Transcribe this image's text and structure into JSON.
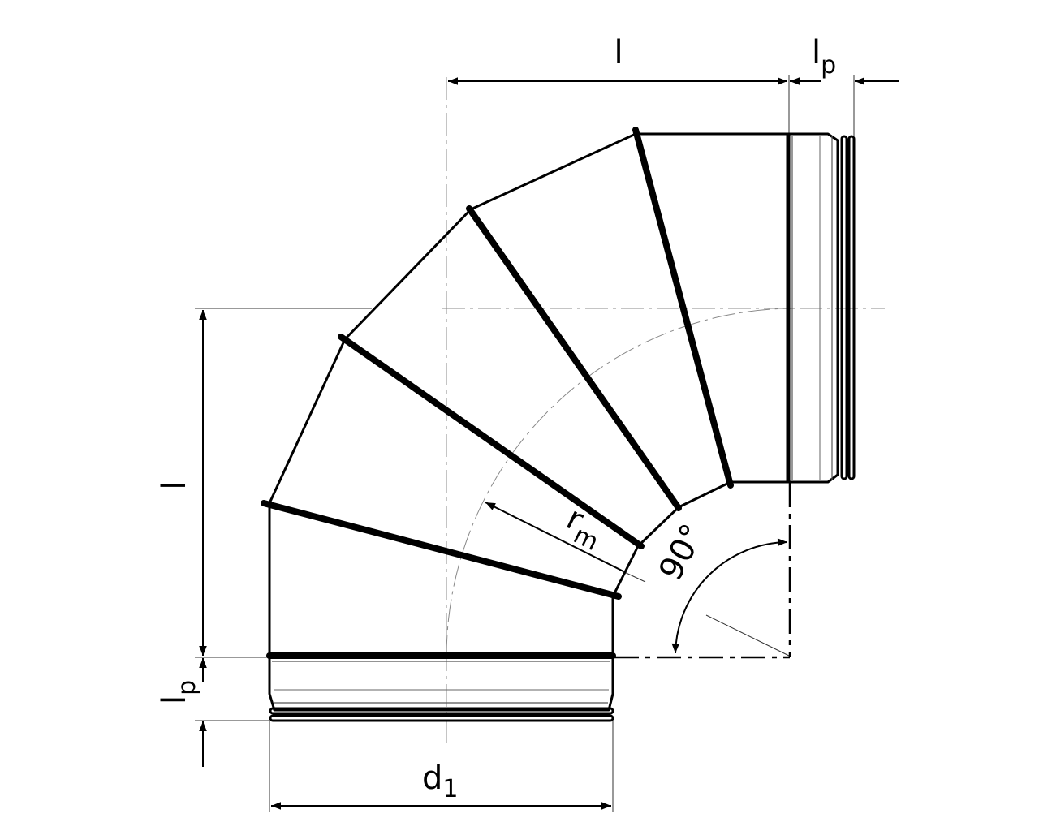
{
  "labels": {
    "length_top": "l",
    "plug_top_main": "l",
    "plug_top_sub": "p",
    "length_left": "l",
    "plug_left_main": "l",
    "plug_left_sub": "p",
    "radius_main": "r",
    "radius_sub": "m",
    "angle": "90°",
    "diameter_main": "d",
    "diameter_sub": "1"
  },
  "colors": {
    "stroke": "#000000",
    "thin": "#333333",
    "centerline": "#888888",
    "background": "#ffffff"
  }
}
